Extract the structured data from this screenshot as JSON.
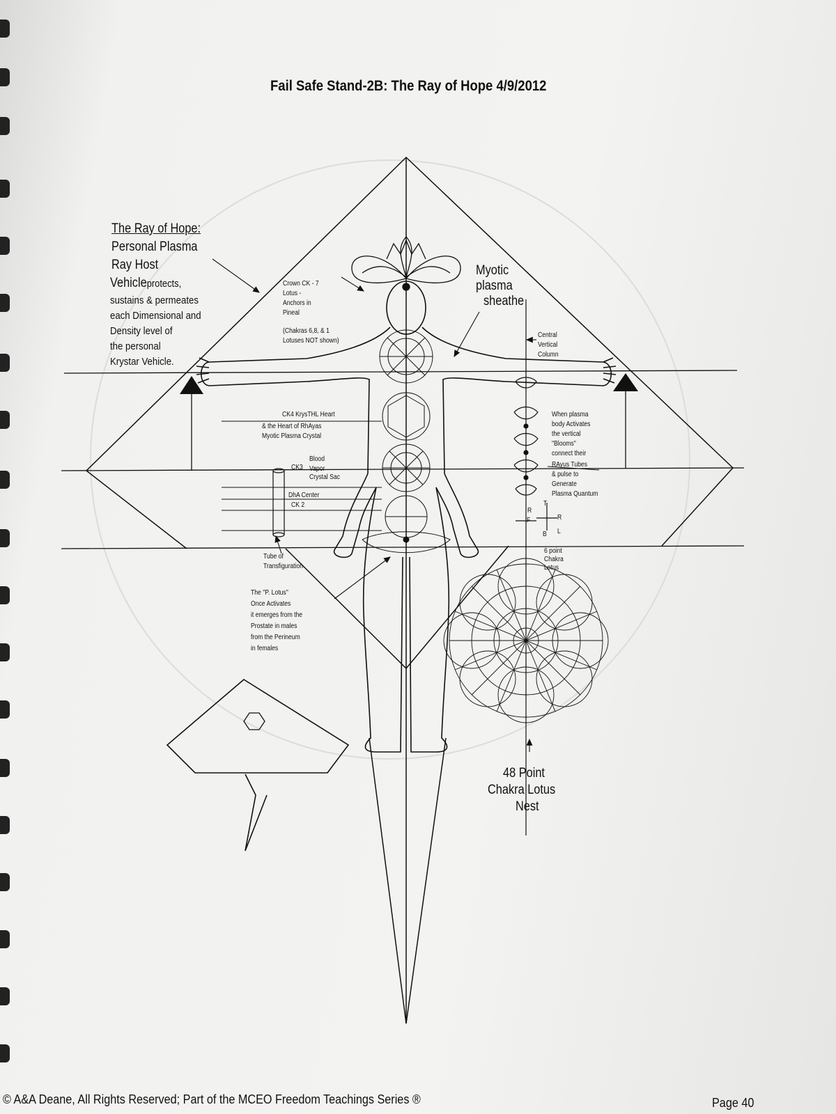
{
  "title": "Fail Safe Stand-2B:   The Ray of Hope  4/9/2012",
  "labels": {
    "ray_heading": "The Ray of Hope:",
    "ray_line1": "Personal Plasma",
    "ray_line2": "Ray Host",
    "ray_line3_bold": "Vehicle",
    "ray_line3_rest": " protects,",
    "ray_line4": "sustains & permeates",
    "ray_line5": "each Dimensional and",
    "ray_line6": "Density level of",
    "ray_line7": "the personal",
    "ray_line8": "Krystar Vehicle.",
    "crown_1": "Crown CK - 7",
    "crown_2": "Lotus -",
    "crown_3": "Anchors in",
    "crown_4": "Pineal",
    "chakras_1": "(Chakras 6,8, & 1",
    "chakras_2": "Lotuses NOT shown)",
    "sheathe_1": "Myotic",
    "sheathe_2": "plasma",
    "sheathe_3": "sheathe",
    "column_1": "Central",
    "column_2": "Vertical",
    "column_3": "Column",
    "ck4_1": "CK4 KrysTHL Heart",
    "ck4_2": "& the Heart of RhAyas",
    "ck4_3": "Myotic Plasma Crystal",
    "blood_1": "Blood",
    "blood_2": "Vapor",
    "blood_3": "Crystal Sac",
    "ck3": "CK3",
    "dha": "DhA Center",
    "ck2": "CK 2",
    "tube_1": "Tube of",
    "tube_2": "Transfiguration",
    "bloom_1": "When plasma",
    "bloom_2": "body Activates",
    "bloom_3": "the vertical",
    "bloom_4": "\"Blooms\"",
    "bloom_5": "connect their",
    "bloom_6": "RAyus Tubes",
    "bloom_7": "& pulse to",
    "bloom_8": "Generate",
    "bloom_9": "Plasma Quantum",
    "dir_r1": "R",
    "dir_t": "T",
    "dir_f": "F",
    "dir_r2": "R",
    "dir_b": "B",
    "dir_l": "L",
    "six_1": "6 point",
    "six_2": "Chakra",
    "six_3": "Lotus",
    "plotus_1": "The \"P. Lotus\"",
    "plotus_2": "Once Activates",
    "plotus_3": "it emerges from the",
    "plotus_4": "Prostate in males",
    "plotus_5": "from the Perineum",
    "plotus_6": "in females",
    "nest_1": "48 Point",
    "nest_2": "Chakra Lotus",
    "nest_3": "Nest"
  },
  "footer": {
    "copyright": "© A&A Deane, All Rights Reserved; Part of the MCEO Freedom Teachings Series ®",
    "page": "Page  40"
  }
}
